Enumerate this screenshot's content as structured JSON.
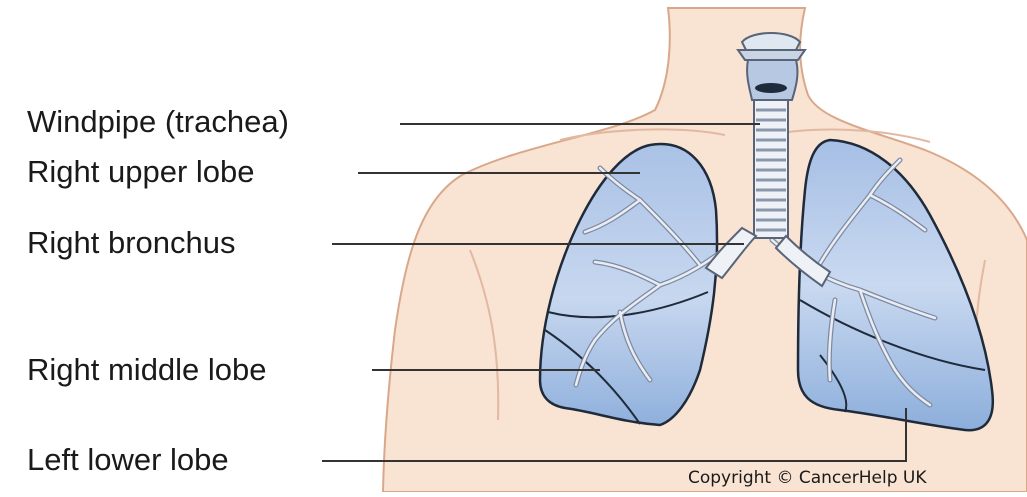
{
  "labels": {
    "windpipe": "Windpipe (trachea)",
    "right_upper_lobe": "Right upper lobe",
    "right_bronchus": "Right bronchus",
    "right_middle_lobe": "Right middle lobe",
    "left_lower_lobe": "Left lower lobe"
  },
  "copyright": "Copyright © CancerHelp UK",
  "colors": {
    "skin": "#f9e3d3",
    "skin_outline": "#d9a88a",
    "lung": "#8fb0dc",
    "lung_light": "#c4d6ef",
    "airway": "#eceff4",
    "leader_line": "#333333"
  }
}
